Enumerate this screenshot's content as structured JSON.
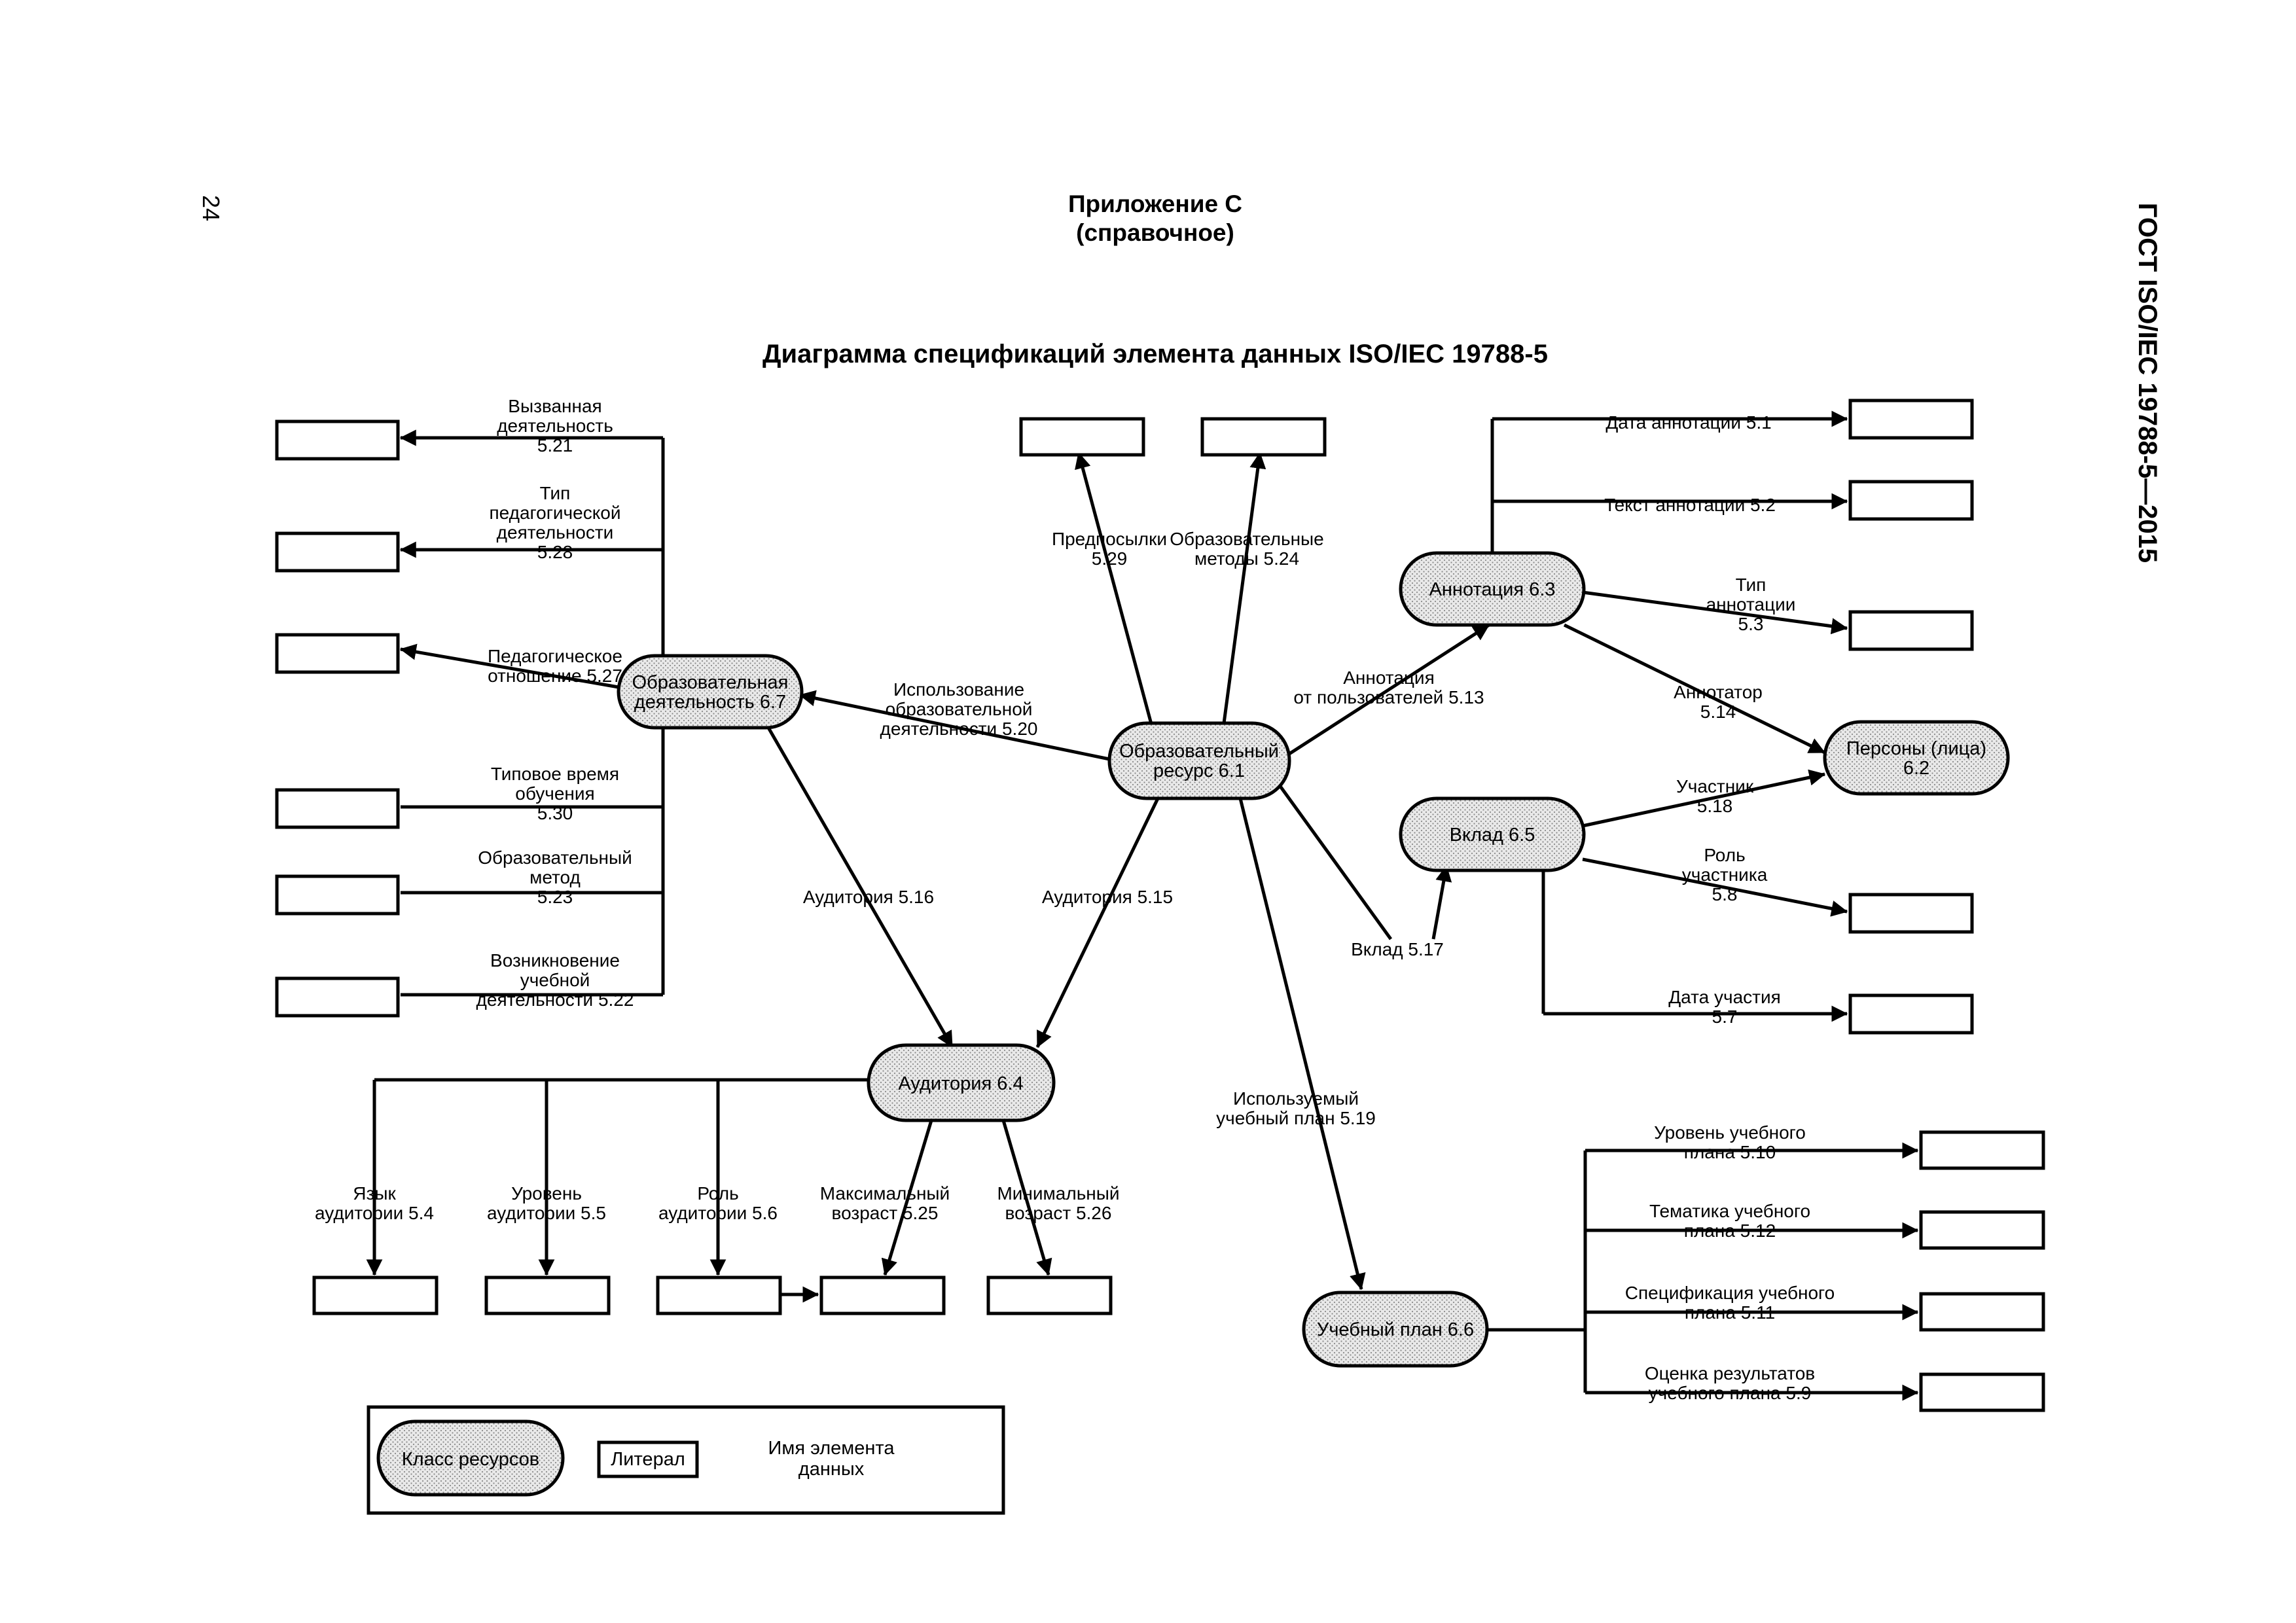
{
  "page_number": "24",
  "standard_code": "ГОСТ ISO/IEC 19788-5—2015",
  "appendix": {
    "line1": "Приложение С",
    "line2": "(справочное)"
  },
  "title": "Диаграмма спецификаций элемента данных ISO/IEC 19788-5",
  "class_nodes": [
    {
      "id": "res61",
      "lines": [
        "Образовательный",
        "ресурс 6.1"
      ]
    },
    {
      "id": "act67",
      "lines": [
        "Образовательная",
        "деятельность 6.7"
      ]
    },
    {
      "id": "ann63",
      "lines": [
        "Аннотация 6.3"
      ]
    },
    {
      "id": "per62",
      "lines": [
        "Персоны (лица)",
        "6.2"
      ]
    },
    {
      "id": "con65",
      "lines": [
        "Вклад 6.5"
      ]
    },
    {
      "id": "aud64",
      "lines": [
        "Аудитория 6.4"
      ]
    },
    {
      "id": "cur66",
      "lines": [
        "Учебный план 6.6"
      ]
    }
  ],
  "edge_labels": [
    {
      "id": "e521",
      "lines": [
        "Вызванная",
        "деятельность",
        "5.21"
      ]
    },
    {
      "id": "e528",
      "lines": [
        "Тип",
        "педагогической",
        "деятельности",
        "5.28"
      ]
    },
    {
      "id": "e527",
      "lines": [
        "Педагогическое",
        "отношение 5.27"
      ]
    },
    {
      "id": "e530",
      "lines": [
        "Типовое время",
        "обучения",
        "5.30"
      ]
    },
    {
      "id": "e523",
      "lines": [
        "Образовательный",
        "метод",
        "5.23"
      ]
    },
    {
      "id": "e522",
      "lines": [
        "Возникновение",
        "учебной",
        "деятельности 5.22"
      ]
    },
    {
      "id": "e529",
      "lines": [
        "Предпосылки",
        "5.29"
      ]
    },
    {
      "id": "e524",
      "lines": [
        "Образовательные",
        "методы 5.24"
      ]
    },
    {
      "id": "e520",
      "lines": [
        "Использование",
        "образовательной",
        "деятельности 5.20"
      ]
    },
    {
      "id": "e513",
      "lines": [
        "Аннотация",
        "от пользователей 5.13"
      ]
    },
    {
      "id": "e51",
      "lines": [
        "Дата аннотации 5.1"
      ]
    },
    {
      "id": "e52",
      "lines": [
        "Текст аннотации 5.2"
      ]
    },
    {
      "id": "e53",
      "lines": [
        "Тип",
        "аннотации",
        "5.3"
      ]
    },
    {
      "id": "e514",
      "lines": [
        "Аннотатор",
        "5.14"
      ]
    },
    {
      "id": "e518",
      "lines": [
        "Участник",
        "5.18"
      ]
    },
    {
      "id": "e58",
      "lines": [
        "Роль",
        "участника",
        "5.8"
      ]
    },
    {
      "id": "e57",
      "lines": [
        "Дата участия",
        "5.7"
      ]
    },
    {
      "id": "e517",
      "lines": [
        "Вклад 5.17"
      ]
    },
    {
      "id": "e516",
      "lines": [
        "Аудитория 5.16"
      ]
    },
    {
      "id": "e515",
      "lines": [
        "Аудитория 5.15"
      ]
    },
    {
      "id": "e519",
      "lines": [
        "Используемый",
        "учебный план 5.19"
      ]
    },
    {
      "id": "e54",
      "lines": [
        "Язык",
        "аудитории 5.4"
      ]
    },
    {
      "id": "e55",
      "lines": [
        "Уровень",
        "аудитории 5.5"
      ]
    },
    {
      "id": "e56",
      "lines": [
        "Роль",
        "аудитории 5.6"
      ]
    },
    {
      "id": "e525",
      "lines": [
        "Максимальный",
        "возраст 5.25"
      ]
    },
    {
      "id": "e526",
      "lines": [
        "Минимальный",
        "возраст 5.26"
      ]
    },
    {
      "id": "e510",
      "lines": [
        "Уровень учебного",
        "плана 5.10"
      ]
    },
    {
      "id": "e512",
      "lines": [
        "Тематика учебного",
        "плана 5.12"
      ]
    },
    {
      "id": "e511",
      "lines": [
        "Спецификация учебного",
        "плана 5.11"
      ]
    },
    {
      "id": "e59",
      "lines": [
        "Оценка результатов",
        "учебного плана 5.9"
      ]
    }
  ],
  "legend": {
    "resource_class": "Класс ресурсов",
    "literal": "Литерал",
    "element_name": [
      "Имя элемента",
      "данных"
    ]
  }
}
